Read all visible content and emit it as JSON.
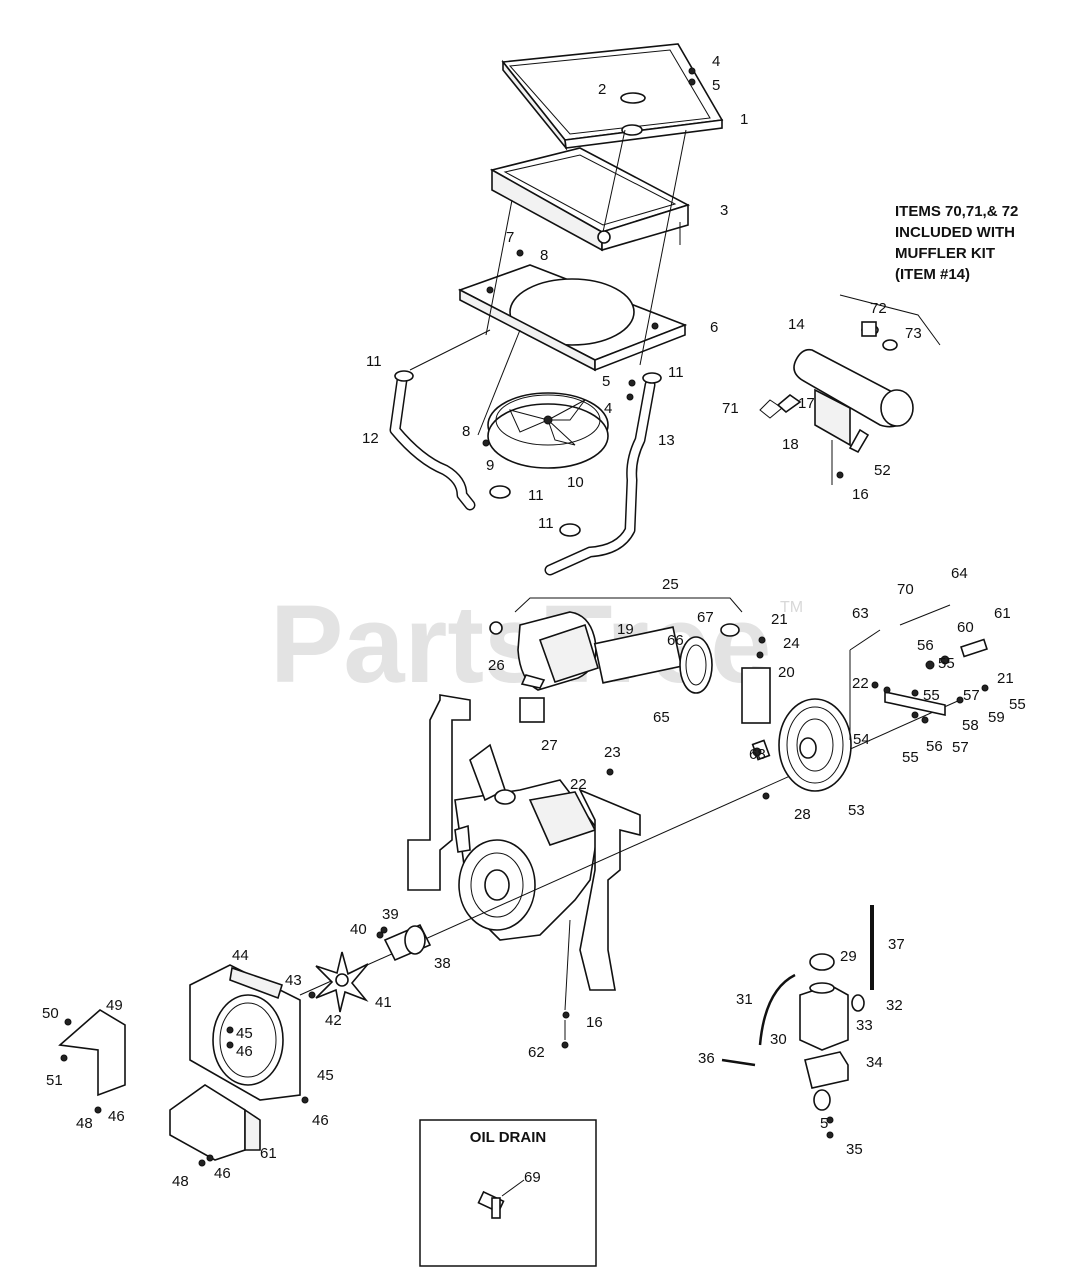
{
  "watermark": {
    "text": "PartsTree",
    "tm": "TM"
  },
  "note": {
    "lines": [
      "ITEMS 70,71,& 72",
      "INCLUDED WITH",
      "MUFFLER KIT",
      "(ITEM #14)"
    ]
  },
  "oil_drain": {
    "title": "OIL DRAIN",
    "item": "69"
  },
  "callouts": [
    "1",
    "2",
    "3",
    "4",
    "5",
    "6",
    "7",
    "8",
    "9",
    "10",
    "11",
    "12",
    "13",
    "14",
    "16",
    "17",
    "18",
    "19",
    "20",
    "21",
    "22",
    "23",
    "24",
    "25",
    "26",
    "27",
    "28",
    "29",
    "30",
    "31",
    "32",
    "33",
    "34",
    "35",
    "36",
    "37",
    "38",
    "39",
    "40",
    "41",
    "42",
    "43",
    "44",
    "45",
    "46",
    "48",
    "49",
    "50",
    "51",
    "52",
    "53",
    "54",
    "55",
    "56",
    "57",
    "58",
    "59",
    "60",
    "61",
    "62",
    "63",
    "64",
    "65",
    "66",
    "67",
    "68",
    "70",
    "71",
    "72",
    "73"
  ]
}
